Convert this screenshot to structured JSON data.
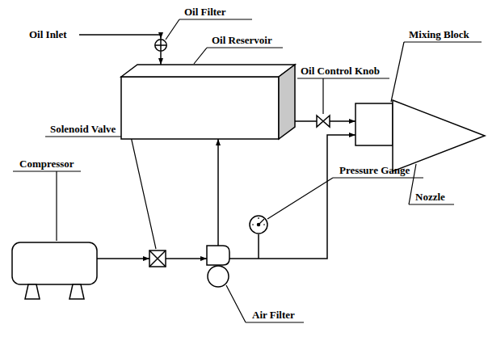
{
  "diagram": {
    "nodes": [
      {
        "text": [
          "Oil Filter"
        ]
      },
      {
        "text": [
          "Oil Reservoir"
        ]
      },
      {
        "text": [
          "Oil Control Knob"
        ]
      },
      {
        "text": [
          "Mixing Block"
        ]
      },
      {
        "text": [
          "Nozzle"
        ]
      },
      {
        "text": [
          "Solenoid Valve"
        ]
      },
      {
        "text": [
          "Compressor"
        ]
      },
      {
        "text": [
          "Pressure Gange"
        ]
      },
      {
        "text": [
          "Air Filter"
        ]
      }
    ],
    "edges": [
      {
        "from": 0,
        "to": 1,
        "arrow": "to"
      },
      {
        "from": 1,
        "to": 2,
        "arrow": "none"
      },
      {
        "from": 2,
        "to": 3,
        "arrow": "to"
      },
      {
        "from": 6,
        "to": 5,
        "arrow": "to"
      },
      {
        "from": 5,
        "to": 8,
        "arrow": "to"
      },
      {
        "from": 8,
        "to": 1,
        "arrow": "to"
      },
      {
        "from": 8,
        "to": 3,
        "arrow": "to"
      }
    ],
    "labels": [
      "Oil Inlet"
    ]
  }
}
